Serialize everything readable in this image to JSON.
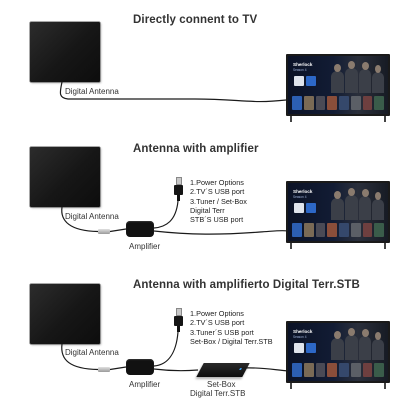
{
  "panels": [
    {
      "title": "Directly connent to TV",
      "antenna_label": "Digital Antenna"
    },
    {
      "title": "Antenna with amplifier",
      "antenna_label": "Digital Antenna",
      "amplifier_label": "Amplifier",
      "options": [
        "1.Power Options",
        "2.TV´S USB port",
        "3.Tuner / Set-Box",
        "Digital Terr",
        "STB´S USB port"
      ]
    },
    {
      "title": "Antenna with amplifierto Digital Terr.STB",
      "antenna_label": "Digital Antenna",
      "amplifier_label": "Amplifier",
      "options": [
        "1.Power Options",
        "2.TV´S USB port",
        "3.Tuner´S USB port",
        "Set-Box / Digital Terr.STB"
      ],
      "stb_label": [
        "Set-Box",
        "Digital Terr.STB"
      ]
    }
  ],
  "tv_screen": {
    "show_title": "Sherlock",
    "show_subtitle": "Season 4"
  },
  "colors": {
    "wire": "#1a1a1a",
    "background": "#ffffff",
    "text": "#333333"
  }
}
